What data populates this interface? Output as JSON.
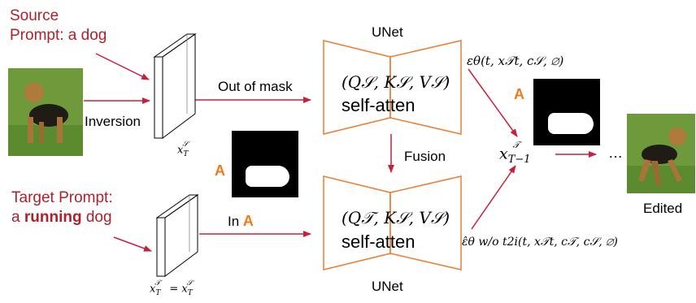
{
  "source_prompt": {
    "line1": "Source",
    "line2": "Prompt: a dog"
  },
  "target_prompt": {
    "line1": "Target Prompt:",
    "line2_prefix": "a ",
    "line2_bold": "running",
    "line2_suffix": " dog"
  },
  "inversion_label": "Inversion",
  "out_of_mask_label": "Out of mask",
  "in_a": {
    "prefix": "In ",
    "letter": "A"
  },
  "mask_letter": "A",
  "fusion_label": "Fusion",
  "unet_top_label": "UNet",
  "unet_bottom_label": "UNet",
  "top_block": {
    "formula": "(Q𝒮, K𝒮, V𝒮)",
    "text": "self-atten"
  },
  "bottom_block": {
    "formula": "(Q𝒯, K𝒮, V𝒮)",
    "text": "self-atten"
  },
  "latent_source": "x𝒮T",
  "latent_target": "x𝒯T = x𝒮T",
  "output_latent": "x𝒯T−1",
  "eps_top": "εθ(t, x𝒯t, c𝒮, ∅)",
  "eps_bottom": "ε̂θ w/o t2i(t, x𝒯t, c𝒯, c𝒮, ∅)",
  "ellipsis": "…",
  "edited_label": "Edited",
  "colors": {
    "arrow": "#c8203a",
    "unet_stroke": "#ed7d31",
    "orange": "#ee7a1a",
    "prompt_red": "#b0202a"
  }
}
